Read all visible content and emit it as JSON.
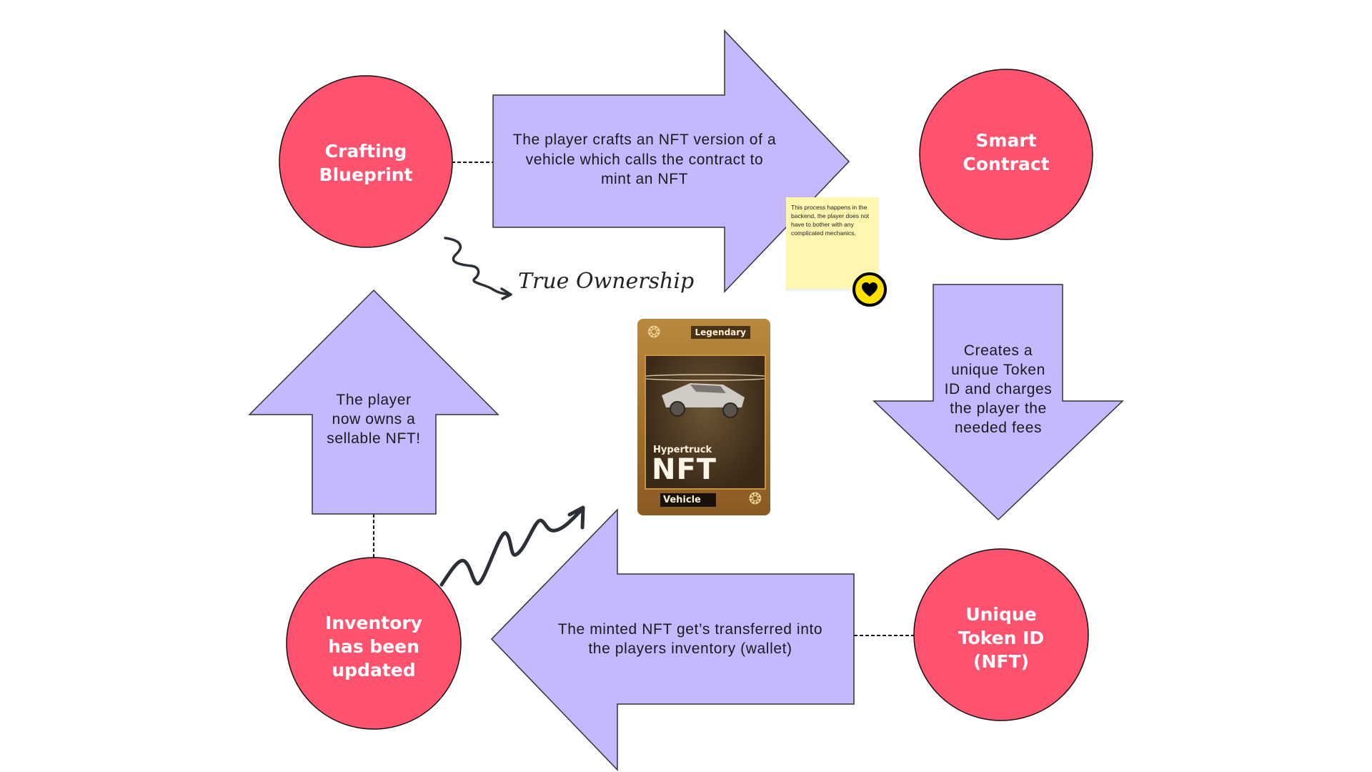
{
  "diagram": {
    "colors": {
      "node_fill": "#FF526E",
      "arrow_fill": "#C6B8FF",
      "sticky_fill": "#FFF7B0",
      "badge_fill": "#FFE100",
      "ink": "#2B2F36"
    },
    "nodes": {
      "crafting_blueprint": [
        "Crafting",
        "Blueprint"
      ],
      "smart_contract": [
        "Smart",
        "Contract"
      ],
      "unique_token_id": [
        "Unique",
        "Token ID",
        "(NFT)"
      ],
      "inventory_updated": [
        "Inventory",
        "has been",
        "updated"
      ]
    },
    "arrows": {
      "right": [
        "The player crafts an NFT version  of a",
        "vehicle which calls the contract to",
        "mint an NFT"
      ],
      "down": [
        "Creates a",
        "unique Token",
        "ID and charges",
        "the player the",
        "needed fees"
      ],
      "left": [
        "The minted NFT get’s transferred into",
        "the players inventory (wallet)"
      ],
      "up": [
        "The player",
        "now owns a",
        "sellable NFT!"
      ]
    },
    "sticky_note": {
      "text": "This process happens in the backend, the player does not have to bother with any complicated mechanics.",
      "reaction_icon": "heart-icon"
    },
    "annotation": "True Ownership",
    "nft_card": {
      "rarity": "Legendary",
      "name": "Hypertruck",
      "title": "NFT",
      "type": "Vehicle",
      "image": "cybertruck-vehicle"
    }
  }
}
